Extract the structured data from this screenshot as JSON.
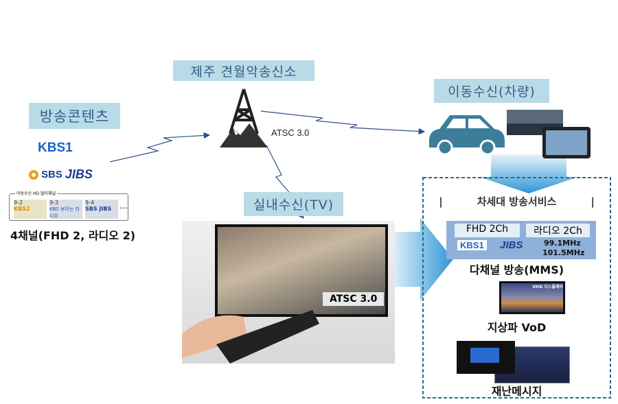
{
  "transmitter": {
    "title": "제주 견월악송신소",
    "standard": "ATSC 3.0"
  },
  "content": {
    "title": "방송콘텐츠",
    "logo1": "KBS1",
    "logo2_a": "SBS",
    "logo2_b": "JIBS",
    "channel_box_caption": "이동수신 HD 멀티채널",
    "thumbs": [
      {
        "num": "9-2",
        "text": "KBS2"
      },
      {
        "num": "9-3",
        "text": "KBS 보이는 라디오"
      },
      {
        "num": "9-4",
        "text": "SBS JIBS"
      }
    ],
    "ellipsis": "…",
    "summary": "4채널(FHD 2, 라디오 2)"
  },
  "mobile": {
    "title": "이동수신(차량)"
  },
  "indoor": {
    "title": "실내수신(TV)",
    "tv_label": "ATSC 3.0"
  },
  "services": {
    "title": "차세대 방송서비스",
    "mms": {
      "fhd": "FHD 2Ch",
      "radio": "라디오 2Ch",
      "kbs": "KBS1",
      "jibs": "JIBS",
      "freq1": "99.1MHz",
      "freq2": "101.5MHz",
      "caption": "다채널 방송(MMS)"
    },
    "vod": {
      "screen_text": "UHD 디스플레이",
      "caption": "지상파 VoD"
    },
    "alert": {
      "caption": "재난메시지"
    }
  },
  "colors": {
    "label_bg": "#b9dbe8",
    "dashed_border": "#2a6b8a",
    "arrow_blue": "#3aa0dc",
    "car": "#3c7e9a"
  }
}
